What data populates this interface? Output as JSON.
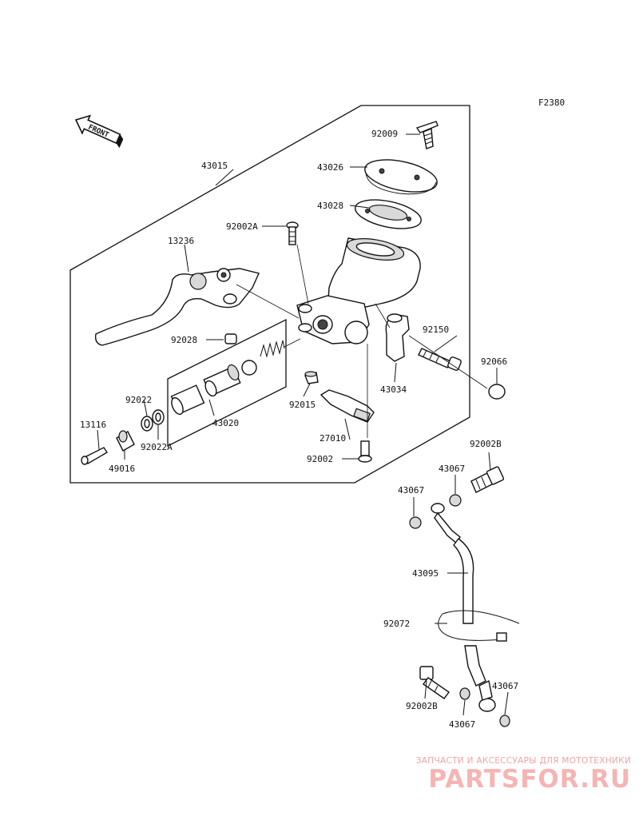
{
  "figure_code": "F2380",
  "front_label": "FRONT",
  "callouts": {
    "c43015": "43015",
    "c92009": "92009",
    "c43026": "43026",
    "c43028": "43028",
    "c92002A": "92002A",
    "c13236": "13236",
    "c92028": "92028",
    "c92150": "92150",
    "c92066": "92066",
    "c43034": "43034",
    "c92015": "92015",
    "c43020": "43020",
    "c92022": "92022",
    "c92022A": "92022A",
    "c13116": "13116",
    "c49016": "49016",
    "c27010": "27010",
    "c92002": "92002",
    "c92002B_top": "92002B",
    "c43067_a": "43067",
    "c43067_b": "43067",
    "c43095": "43095",
    "c92072": "92072",
    "c92002B_bottom": "92002B",
    "c43067_c": "43067",
    "c43067_d": "43067"
  },
  "watermark": {
    "subtitle": "ЗАПЧАСТИ И АКСЕССУАРЫ ДЛЯ МОТОТЕХНИКИ",
    "brand": "PARTSFOR.RU"
  }
}
